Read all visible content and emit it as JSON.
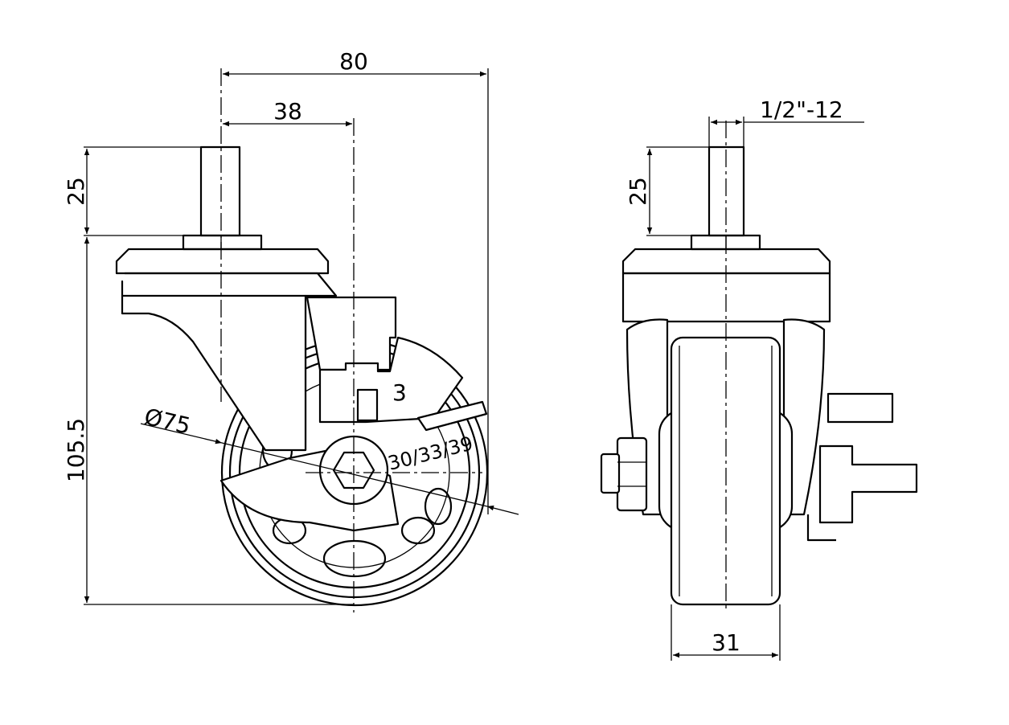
{
  "title": "Caster technical drawing",
  "side_view": {
    "overall_width": "80",
    "offset": "38",
    "stem_height": "25",
    "total_height": "105.5",
    "wheel_diameter": "Ø75",
    "brake_label": "3",
    "wheel_options": "30/33/39"
  },
  "front_view": {
    "thread": "1/2\"-12",
    "stem_height": "25",
    "wheel_width": "31"
  }
}
